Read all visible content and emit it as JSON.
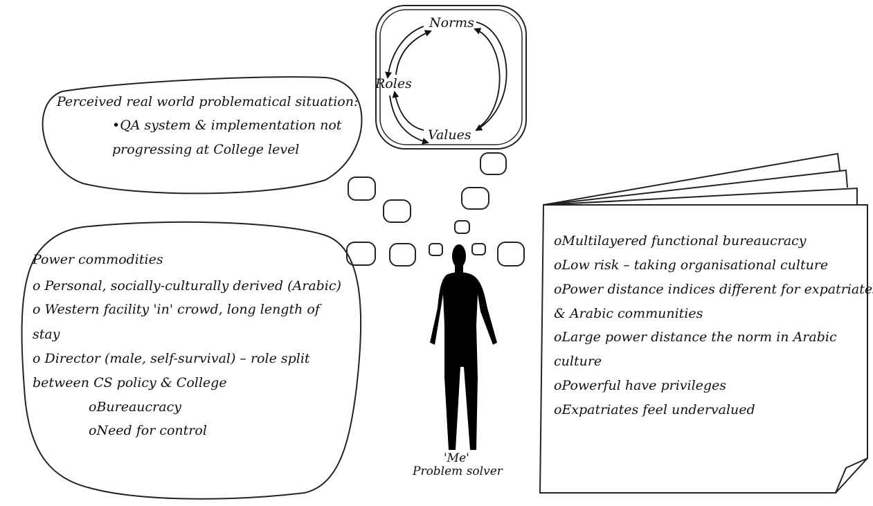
{
  "cycle": {
    "norms": "Norms",
    "roles": "Roles",
    "values": "Values"
  },
  "perceived": {
    "title": "Perceived real world problematical situation:",
    "bullet_line1": "•QA system & implementation not",
    "bullet_line2": "progressing at College level"
  },
  "power": {
    "lines": [
      "Power commodities",
      "o Personal, socially-culturally derived (Arabic)",
      "o Western facility 'in' crowd, long length of",
      "stay",
      "o Director (male, self-survival) – role split",
      "between CS policy & College",
      "oBureaucracy",
      "oNeed for control"
    ]
  },
  "person": {
    "label1": "'Me'",
    "label2": "Problem solver"
  },
  "notes": {
    "lines": [
      "oMultilayered functional bureaucracy",
      "oLow risk – taking organisational culture",
      "oPower distance indices different for expatriates",
      "& Arabic communities",
      "oLarge power distance the norm in Arabic",
      "culture",
      "oPowerful have privileges",
      "oExpatriates feel undervalued"
    ]
  }
}
